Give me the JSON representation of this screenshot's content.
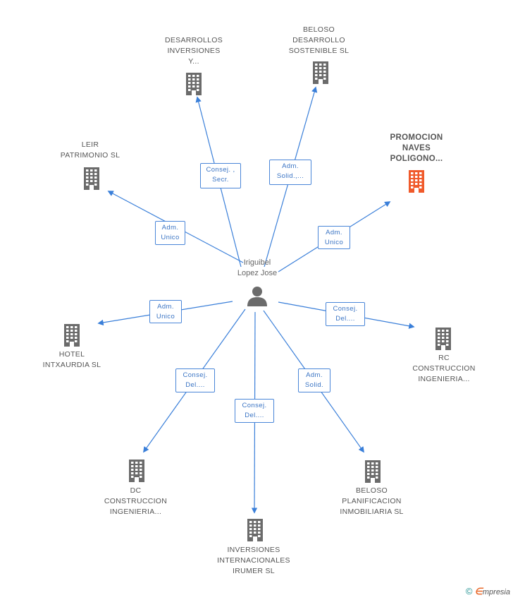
{
  "center": {
    "name": "Iriguibel\nLopez Jose",
    "icon": "person-icon"
  },
  "colors": {
    "edge": "#3a7fd9",
    "building": "#6b6b6b",
    "highlight": "#f05a2b",
    "role_text": "#3a74c4"
  },
  "nodes": [
    {
      "id": "desarrollos",
      "label": "DESARROLLOS\nINVERSIONES\nY...",
      "role": "Consej. ,\nSecr.",
      "highlight": false
    },
    {
      "id": "beloso-des",
      "label": "BELOSO\nDESARROLLO\nSOSTENIBLE SL",
      "role": "Adm.\nSolid.,...",
      "highlight": false
    },
    {
      "id": "promocion",
      "label": "PROMOCION\nNAVES\nPOLIGONO...",
      "role": "Adm.\nUnico",
      "highlight": true
    },
    {
      "id": "leir",
      "label": "LEIR\nPATRIMONIO SL",
      "role": "Adm.\nUnico",
      "highlight": false
    },
    {
      "id": "hotel",
      "label": "HOTEL\nINTXAURDIA SL",
      "role": "Adm.\nUnico",
      "highlight": false
    },
    {
      "id": "rc",
      "label": "RC\nCONSTRUCCION\nINGENIERIA...",
      "role": "Consej.\nDel....",
      "highlight": false
    },
    {
      "id": "dc",
      "label": "DC\nCONSTRUCCION\nINGENIERIA...",
      "role": "Consej.\nDel....",
      "highlight": false
    },
    {
      "id": "inversiones",
      "label": "INVERSIONES\nINTERNACIONALES\nIRUMER SL",
      "role": "Consej.\nDel....",
      "highlight": false
    },
    {
      "id": "beloso-plan",
      "label": "BELOSO\nPLANIFICACION\nINMOBILIARIA SL",
      "role": "Adm.\nSolid.",
      "highlight": false
    }
  ],
  "footer": {
    "copyright": "©",
    "brand_e": "∈",
    "brand_rest": "mpresia"
  }
}
